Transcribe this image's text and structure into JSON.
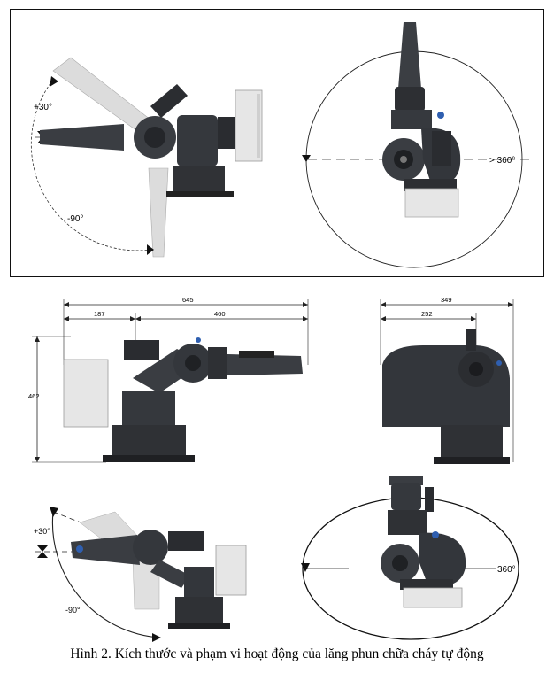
{
  "figure": {
    "caption": "Hình 2. Kích thước và phạm vi hoạt động của lăng phun chữa cháy tự động"
  },
  "top_side_view": {
    "angle_up": "+30°",
    "angle_down": "-90°"
  },
  "top_rear_view": {
    "rotation": "> 360°"
  },
  "dimension_side_view": {
    "overall_length": "645",
    "rear_length": "187",
    "front_length": "460",
    "height": "462"
  },
  "dimension_rear_view": {
    "overall_width": "349",
    "partial_width": "252"
  },
  "bottom_side_view": {
    "angle_up": "+30°",
    "angle_down": "-90°"
  },
  "bottom_rear_view": {
    "rotation": "360°"
  },
  "colors": {
    "body": "#3a3d42",
    "body_dark": "#222428",
    "nozzle_ghost": "#d8d8d8",
    "box": "#e6e6e6",
    "accent_blue": "#2f5fb0"
  }
}
